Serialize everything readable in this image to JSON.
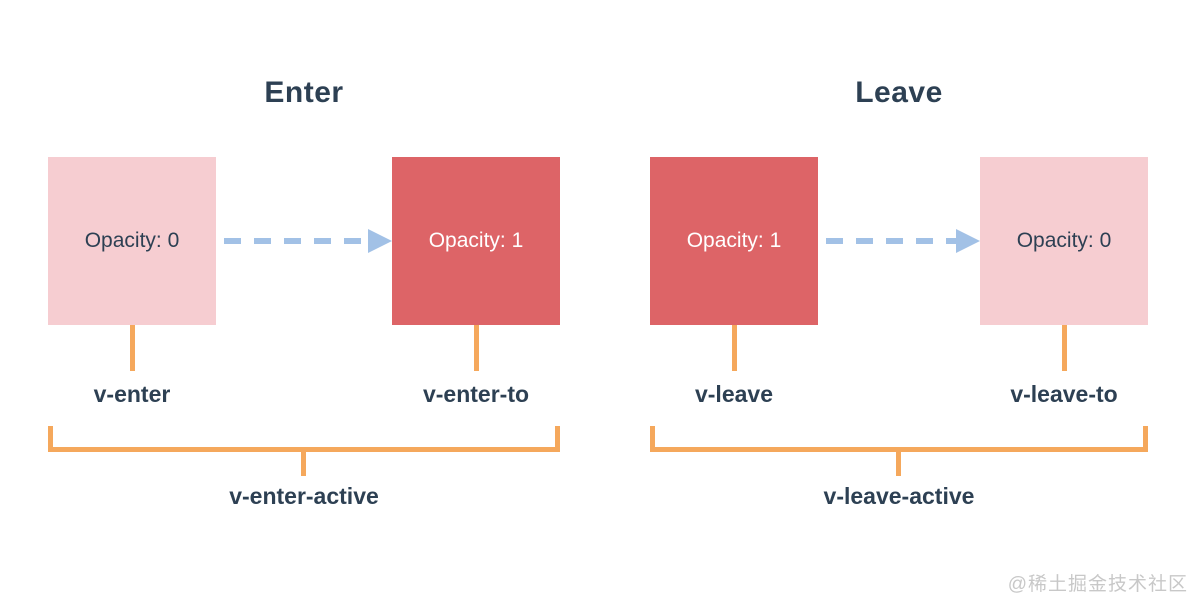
{
  "colors": {
    "box_faded_pink": "#f6cdd1",
    "box_solid_red": "#dd6467",
    "connector_orange": "#f5a85c",
    "arrow_blue": "#a2c1e6",
    "text_dark_navy": "#2d4053",
    "text_on_red": "#ffffff",
    "watermark_gray": "#c8c8c8"
  },
  "sections": [
    {
      "title": "Enter",
      "from_label": "Opacity: 0",
      "to_label": "Opacity: 1",
      "from_class": "v-enter",
      "to_class": "v-enter-to",
      "active_class": "v-enter-active"
    },
    {
      "title": "Leave",
      "from_label": "Opacity: 1",
      "to_label": "Opacity: 0",
      "from_class": "v-leave",
      "to_class": "v-leave-to",
      "active_class": "v-leave-active"
    }
  ],
  "watermark": {
    "text": "@稀土掘金技术社区"
  }
}
